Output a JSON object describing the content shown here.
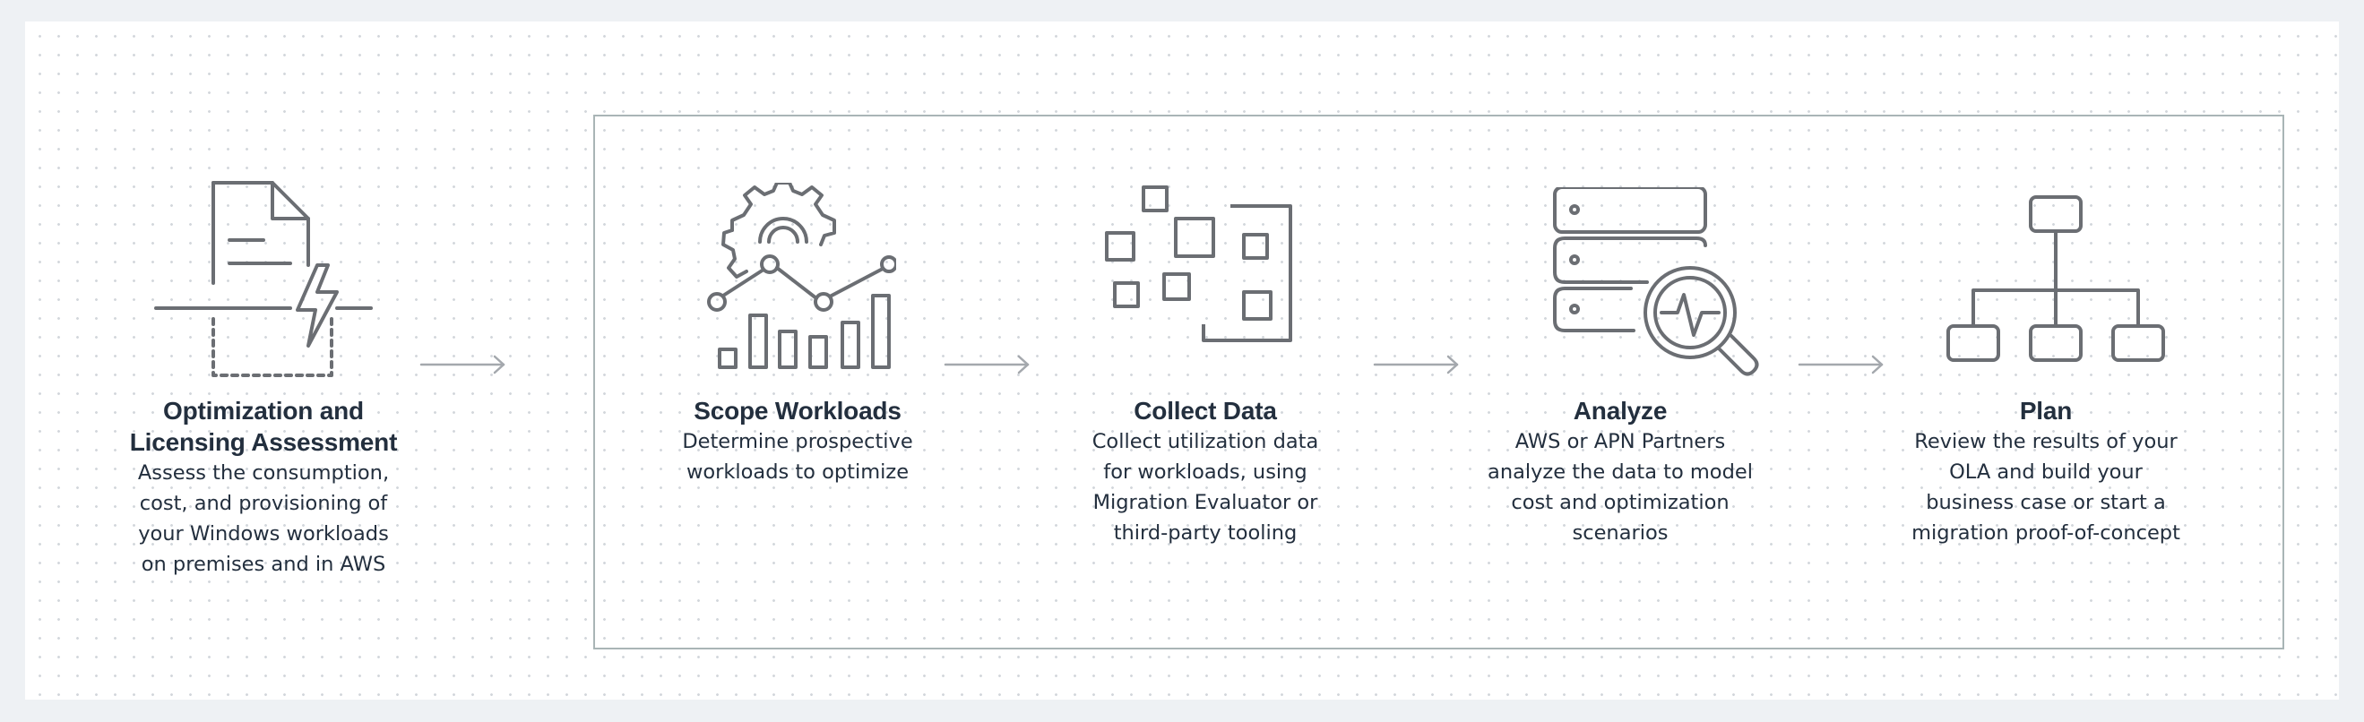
{
  "steps": [
    {
      "id": "ola",
      "title_lines": [
        "Optimization and",
        "Licensing Assessment"
      ],
      "description_lines": [
        "Assess the consumption,",
        "cost, and provisioning of",
        "your Windows workloads",
        "on premises and in AWS"
      ],
      "icon": "document-lightning-icon"
    },
    {
      "id": "scope",
      "title_lines": [
        "Scope Workloads"
      ],
      "description_lines": [
        "Determine prospective",
        "workloads to optimize"
      ],
      "icon": "gear-analytics-icon"
    },
    {
      "id": "collect",
      "title_lines": [
        "Collect Data"
      ],
      "description_lines": [
        "Collect utilization data",
        "for workloads, using",
        "Migration Evaluator or",
        "third-party tooling"
      ],
      "icon": "data-squares-icon"
    },
    {
      "id": "analyze",
      "title_lines": [
        "Analyze"
      ],
      "description_lines": [
        "AWS or APN Partners",
        "analyze the data to model",
        "cost and optimization",
        "scenarios"
      ],
      "icon": "server-magnifier-icon"
    },
    {
      "id": "plan",
      "title_lines": [
        "Plan"
      ],
      "description_lines": [
        "Review the results of your",
        "OLA and build your",
        "business case or start a",
        "migration proof-of-concept"
      ],
      "icon": "hierarchy-icon"
    }
  ],
  "colors": {
    "icon_stroke": "#6b6e73",
    "arrow": "#a4a8ad",
    "frame": "#a9b5b6",
    "text": "#232f3e"
  }
}
